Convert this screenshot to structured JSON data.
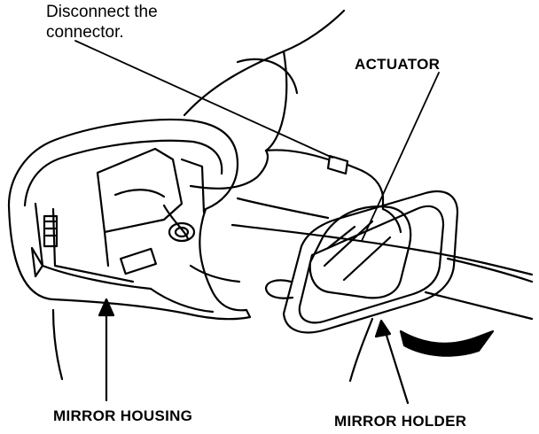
{
  "labels": {
    "connector_callout": "Disconnect the\nconnector.",
    "actuator": "ACTUATOR",
    "mirror_housing": "MIRROR HOUSING",
    "mirror_holder": "MIRROR HOLDER"
  },
  "colors": {
    "ink": "#000000",
    "paper": "#ffffff"
  }
}
